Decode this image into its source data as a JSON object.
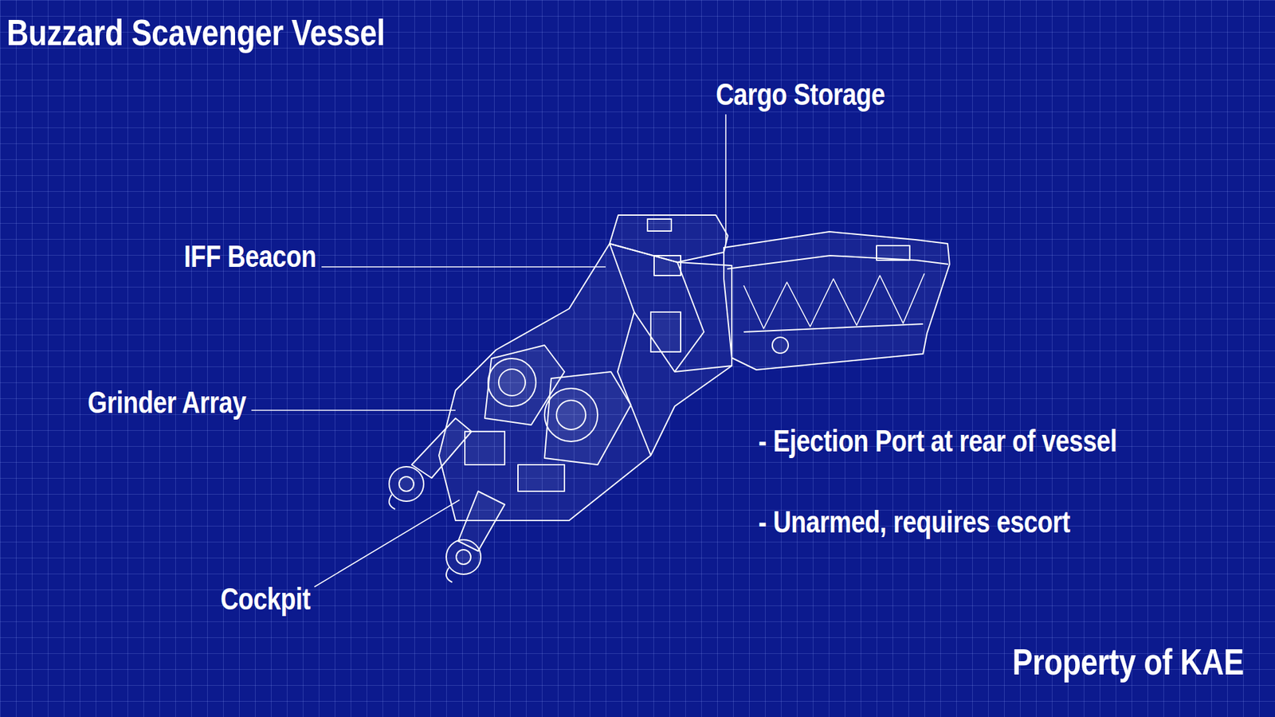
{
  "diagram": {
    "title": "Buzzard Scavenger Vessel",
    "labels": [
      "Cargo Storage",
      "IFF Beacon",
      "Grinder Array",
      "Cockpit",
      "- Ejection Port at rear of vessel",
      "- Unarmed, requires escort",
      "Property of KAE"
    ]
  }
}
